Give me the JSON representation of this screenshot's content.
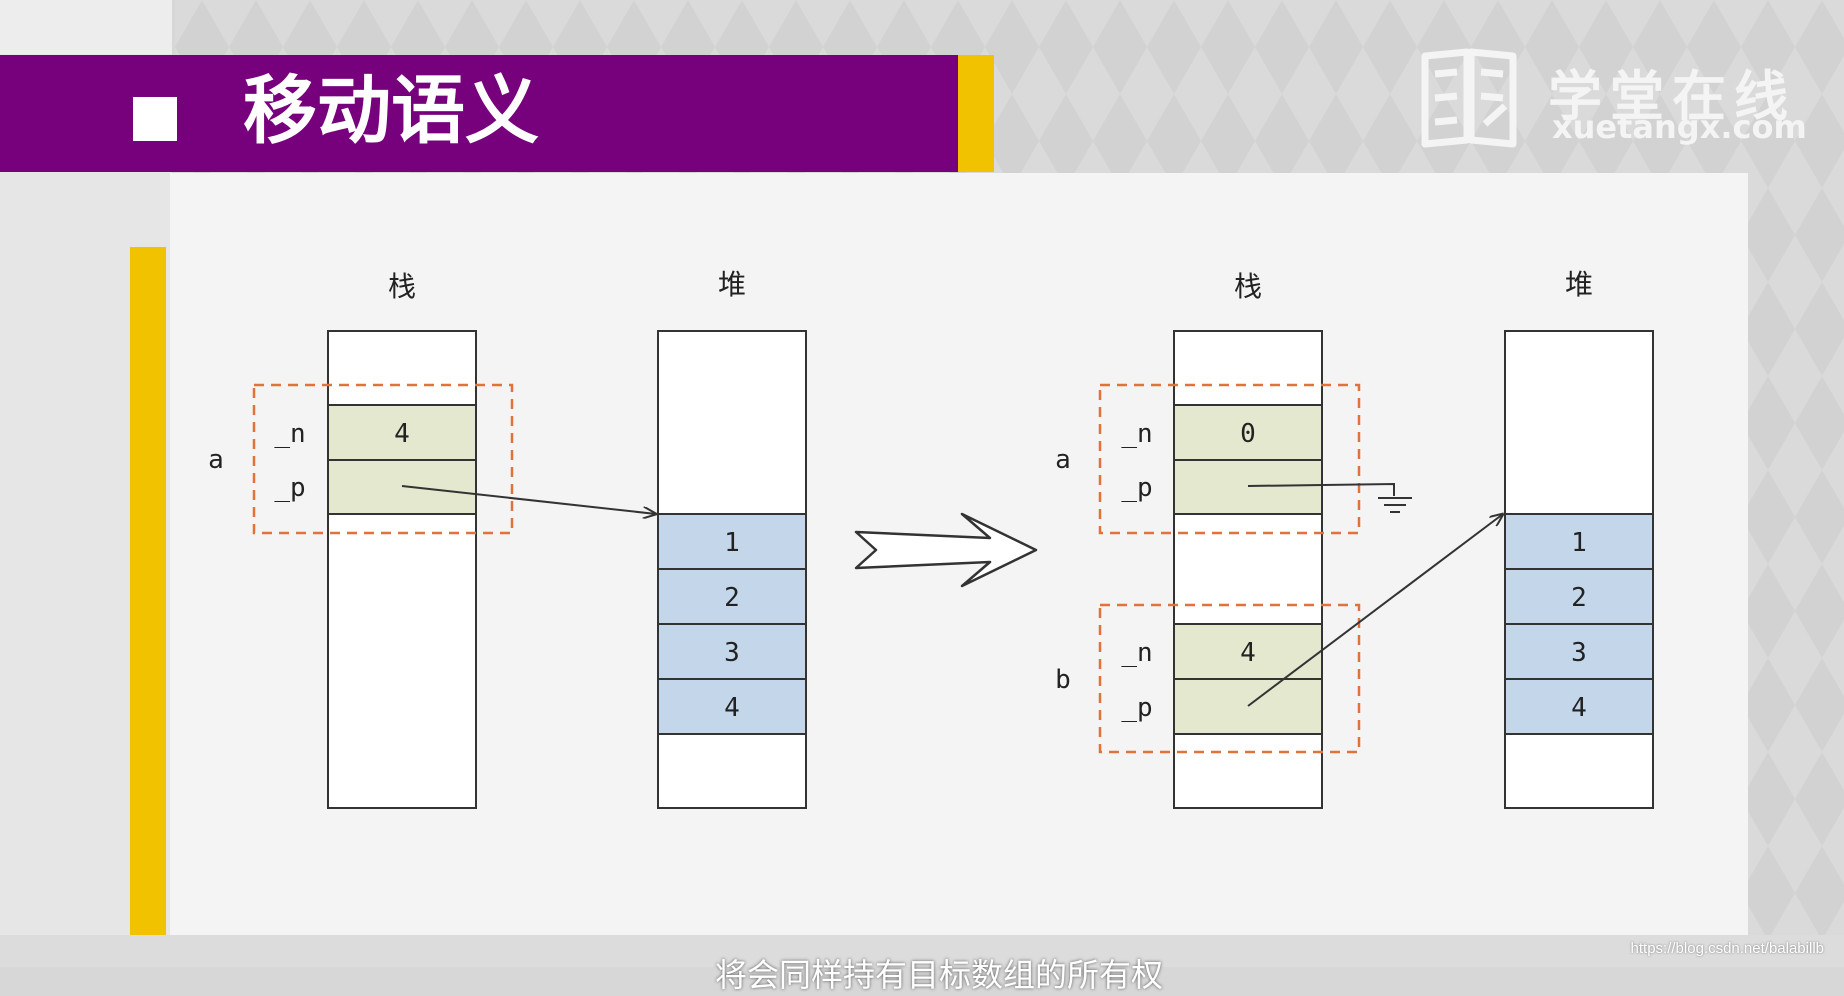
{
  "slide": {
    "title": "移动语义"
  },
  "logo": {
    "name": "学堂在线",
    "url": "xuetangx.com"
  },
  "diagram": {
    "before": {
      "stack_label": "栈",
      "heap_label": "堆",
      "object_label": "a",
      "field_n": "_n",
      "field_p": "_p",
      "n_value": "4",
      "heap_values": [
        "1",
        "2",
        "3",
        "4"
      ]
    },
    "after": {
      "stack_label": "栈",
      "heap_label": "堆",
      "a": {
        "label": "a",
        "field_n": "_n",
        "field_p": "_p",
        "n_value": "0"
      },
      "b": {
        "label": "b",
        "field_n": "_n",
        "field_p": "_p",
        "n_value": "4"
      },
      "heap_values": [
        "1",
        "2",
        "3",
        "4"
      ]
    },
    "colors": {
      "object_cell": "#e3e8cf",
      "heap_cell": "#c3d6ea",
      "dashed_border": "#e0733a",
      "title_bar": "#77007c",
      "accent": "#f1c200"
    }
  },
  "subtitle": "将会同样持有目标数组的所有权",
  "watermark": "https://blog.csdn.net/balabillb"
}
